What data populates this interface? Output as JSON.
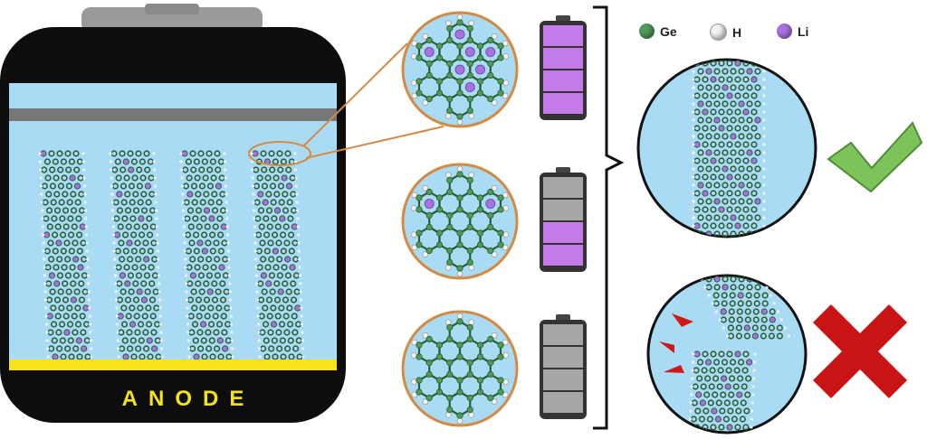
{
  "battery": {
    "label": "ANODE",
    "colors": {
      "body": "#0d0d0d",
      "electrolyte": "#a9dcf4",
      "separator": "#777777",
      "anode_strip": "#f6e31a",
      "label": "#f3e21c"
    }
  },
  "legend": [
    {
      "symbol": "Ge",
      "color": "#4f9a58"
    },
    {
      "symbol": "H",
      "color": "#f2f2f2"
    },
    {
      "symbol": "Li",
      "color": "#a873e0"
    }
  ],
  "zoom_circles": [
    {
      "lithium_sites": 7,
      "charge_level": 1.0
    },
    {
      "lithium_sites": 2,
      "charge_level": 0.5
    },
    {
      "lithium_sites": 0,
      "charge_level": 0.0
    }
  ],
  "outcomes": [
    {
      "state": "stable",
      "mark": "check-mark"
    },
    {
      "state": "fractured",
      "mark": "cross-mark"
    }
  ],
  "colors": {
    "atom_ge": "#4f9a58",
    "atom_li": "#a873e0",
    "atom_h": "#f2f2f2",
    "bond": "#2f5c36",
    "cell_fill": "#a9dcf4",
    "zoom_outline": "#d58a43",
    "charged": "#c27be8",
    "empty_cell": "#a7a7a7",
    "check": "#7cc45a",
    "cross": "#c81414",
    "crack": "#d01818"
  }
}
